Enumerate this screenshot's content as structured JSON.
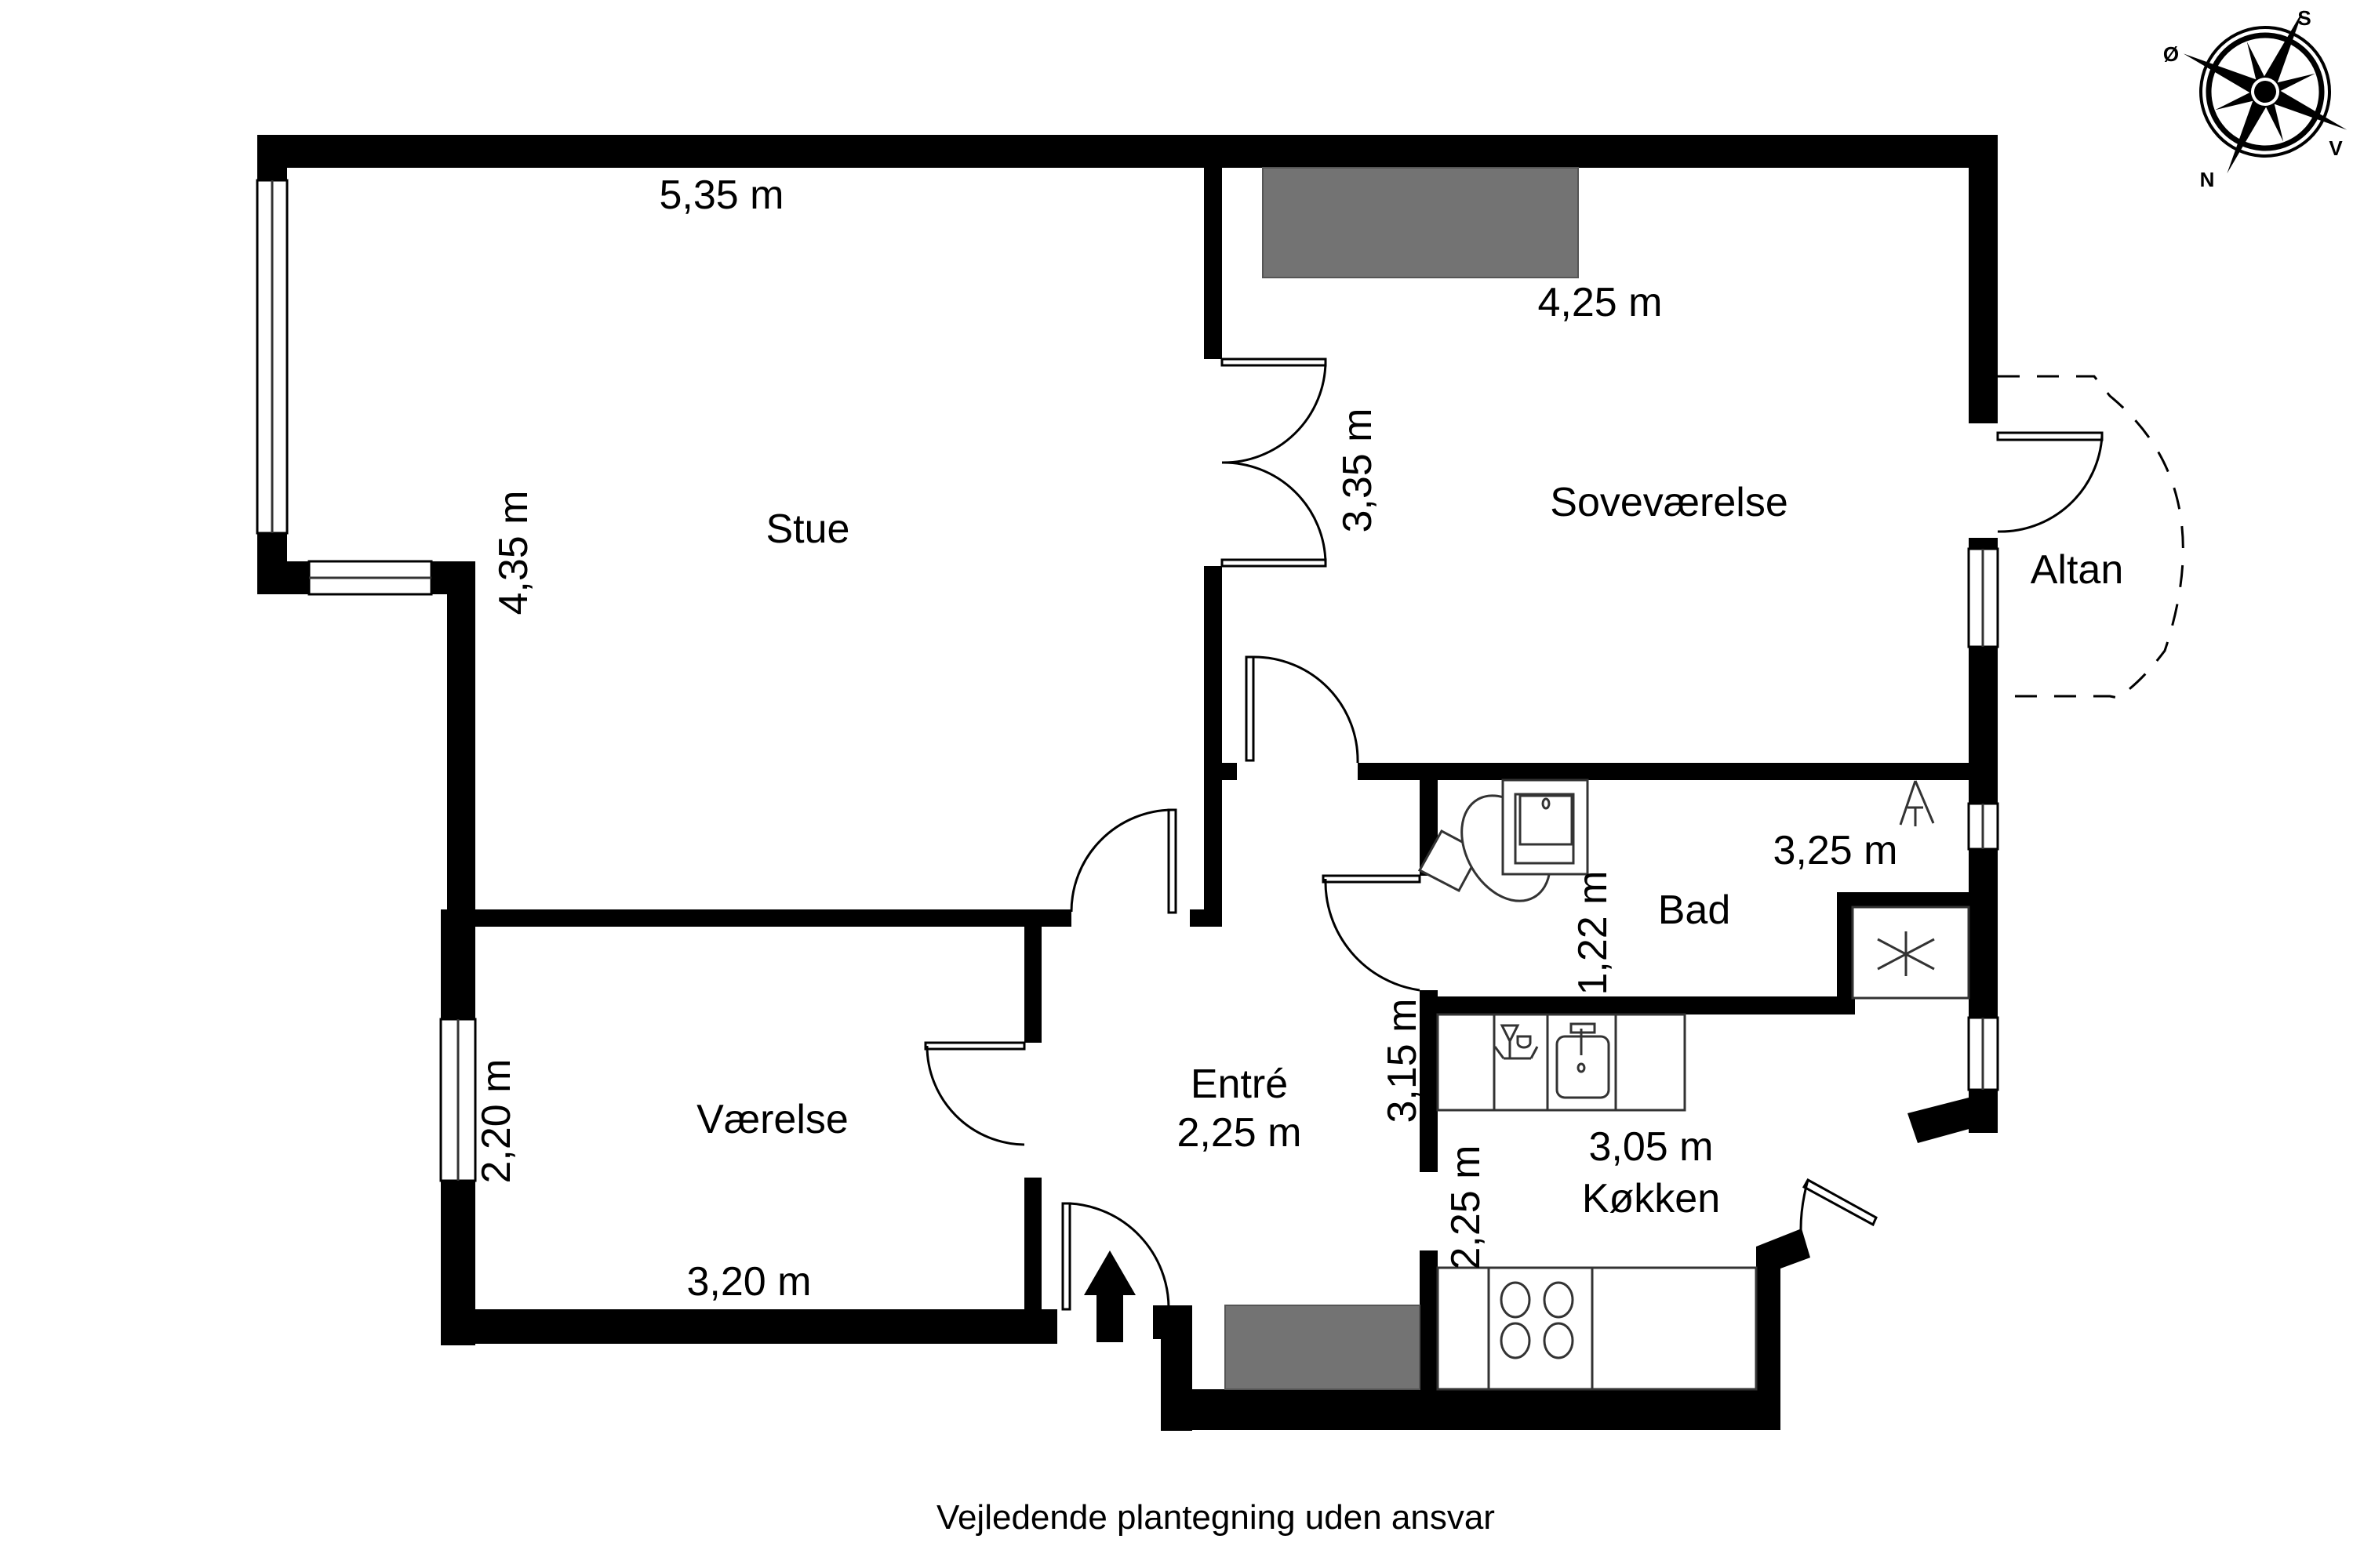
{
  "rooms": {
    "stue": {
      "name": "Stue",
      "width": "5,35 m",
      "depth": "4,35 m"
    },
    "sovevaerelse": {
      "name": "Soveværelse",
      "width": "4,25 m",
      "depth": "3,35 m"
    },
    "altan": {
      "name": "Altan"
    },
    "bad": {
      "name": "Bad",
      "width": "3,25 m",
      "depth": "1,22 m"
    },
    "entre": {
      "name": "Entré",
      "width": "2,25 m",
      "depth": "3,15 m"
    },
    "vaerelse": {
      "name": "Værelse",
      "width": "3,20 m",
      "depth": "2,20 m"
    },
    "kokken": {
      "name": "Køkken",
      "width": "3,05 m",
      "depth": "2,25 m"
    }
  },
  "compass": {
    "n": "N",
    "s": "S",
    "e": "Ø",
    "w": "V"
  },
  "footer": {
    "disclaimer": "Vejledende plantegning uden ansvar"
  },
  "colors": {
    "wall": "#000000",
    "built_in": "#737373",
    "background": "#ffffff"
  }
}
